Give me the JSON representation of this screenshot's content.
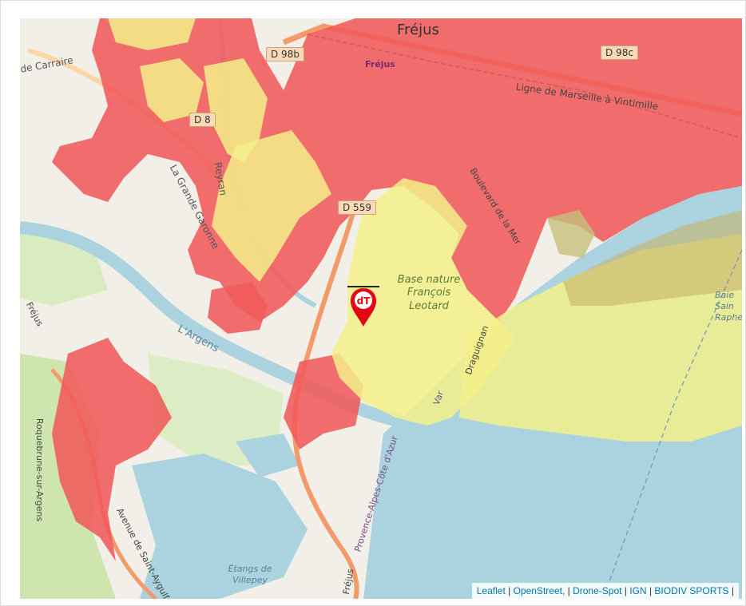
{
  "map": {
    "labels": {
      "frejus_city": "Fréjus",
      "frejus_district": "Fréjus",
      "carraire": "de Carraire",
      "railway": "Ligne de Marseille à Vintimille",
      "boulevard": "Boulevard de la Mer",
      "grande_garonne": "La Grande Garonne",
      "reyran": "Reyran",
      "argens_river": "L'Argens",
      "frejus_west": "Fréjus",
      "roquebrune": "Roquebrune-sur-Argens",
      "avenue_saint_aygulf": "Avenue de Saint-Aygulf",
      "etangs": "Étangs de Villepey",
      "provence": "Provence-Alpes-Côte d'Azur",
      "var": "Var",
      "draguignan": "Draguignan",
      "frejus_south": "Fréjus",
      "baie": "Baie Sain Raphe",
      "base_nature": "Base nature François Leotard"
    },
    "roads": {
      "d98b": "D 98b",
      "d98c": "D 98c",
      "d8": "D 8",
      "d559": "D 559"
    },
    "marker": {
      "icon": "dt-marker-icon",
      "text": "dT",
      "color": "#e30613"
    },
    "zone_colors": {
      "red": "#f05a5a",
      "yellow": "#f4f08a",
      "sea": "#aad3df"
    }
  },
  "attribution": {
    "leaflet": "Leaflet",
    "openstreet": "OpenStreet,",
    "dronespot": "Drone-Spot",
    "ign": "IGN",
    "biodiv": "BIODIV SPORTS"
  }
}
